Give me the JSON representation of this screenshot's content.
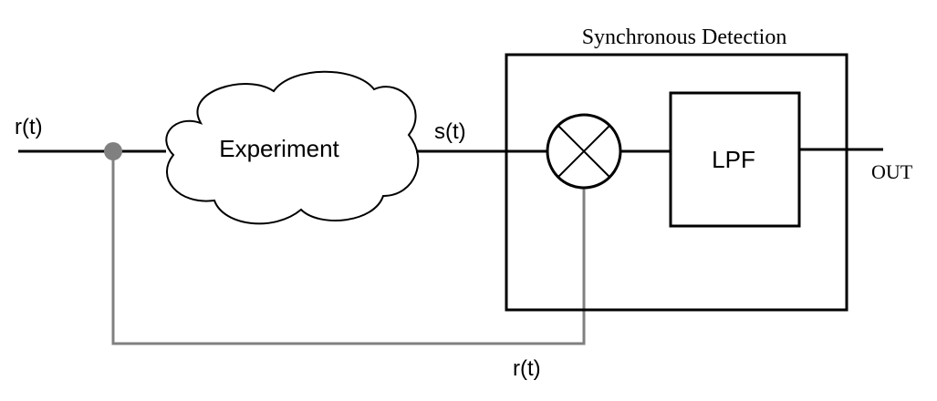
{
  "labels": {
    "input_signal": "r(t)",
    "experiment": "Experiment",
    "experiment_output": "s(t)",
    "reference_signal": "r(t)",
    "detection_title": "Synchronous Detection",
    "filter": "LPF",
    "output": "OUT"
  },
  "colors": {
    "main_line": "#000000",
    "reference_line": "#808080",
    "junction_dot": "#808080",
    "background": "#ffffff"
  },
  "icons": {
    "mixer": "circled-x-mixer-icon",
    "experiment": "cloud-shape",
    "junction": "junction-dot"
  }
}
